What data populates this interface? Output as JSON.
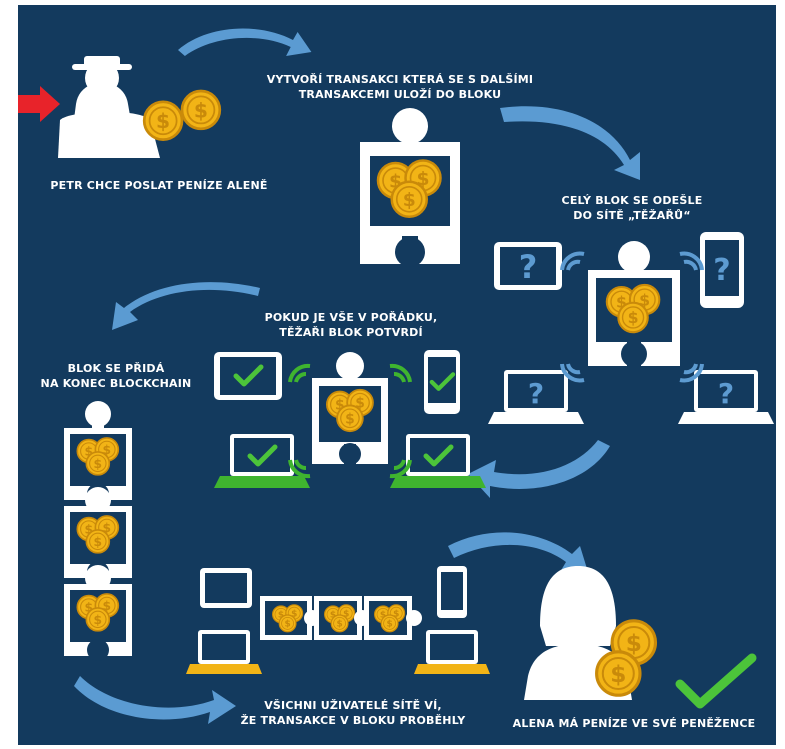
{
  "colors": {
    "background": "#133a5e",
    "arrow": "#5b9bd2",
    "arrow_start": "#e8232a",
    "coin": "#f2b416",
    "coin_dark": "#c98a0a",
    "check": "#4cc43a",
    "device_unknown": "#5d9bd1",
    "device_ok": "#3fb42f",
    "white": "#ffffff"
  },
  "steps": {
    "s1": {
      "label": "PETR CHCE POSLAT PENÍZE ALENĚ"
    },
    "s2": {
      "line1": "VYTVOŘÍ TRANSAKCI KTERÁ SE S DALŠÍMI",
      "line2": "TRANSAKCEMI ULOŽÍ DO BLOKU"
    },
    "s3": {
      "line1": "CELÝ BLOK SE ODEŠLE",
      "line2": "DO SÍTĚ „TĚŽAŘŮ“"
    },
    "s4": {
      "line1": "POKUD JE VŠE V POŘÁDKU,",
      "line2": "TĚŽAŘI BLOK POTVRDÍ"
    },
    "s5": {
      "line1": "BLOK SE PŘIDÁ",
      "line2": "NA KONEC BLOCKCHAIN"
    },
    "s6": {
      "line1": "VŠICHNI UŽIVATELÉ SÍTĚ VÍ,",
      "line2": "ŽE TRANSAKCE V BLOKU PROBĚHLY"
    },
    "s7": {
      "label": "ALENA MÁ PENÍZE VE SVÉ PENĚŽENCE"
    }
  },
  "symbols": {
    "coin": "$",
    "unknown": "?"
  },
  "icons": {
    "sender": "man-with-hat-icon",
    "receiver": "woman-icon",
    "block": "puzzle-piece-icon",
    "coins": "dollar-coin-icon",
    "unknown_device": "question-mark-icon",
    "approved_device": "checkmark-icon"
  }
}
